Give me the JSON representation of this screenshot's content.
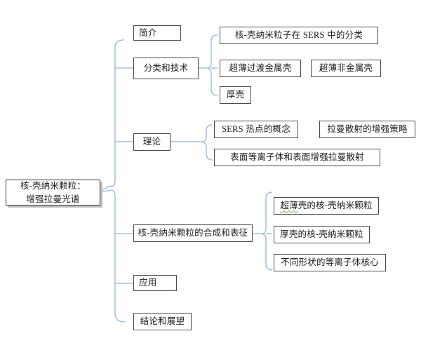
{
  "diagram": {
    "type": "mind-map",
    "orientation": "left-to-right",
    "connector_color": "#93b3dc",
    "node_border_color": "#4a4a4a",
    "node_fill_color": "#ffffff",
    "text_color": "#1a1a1a",
    "shadow_color": "#bfbfbf",
    "spellcheck_underline_color": "#7aa36b"
  },
  "root": {
    "line1": "核-壳纳米颗粒：",
    "line2": "增强拉曼光谱"
  },
  "branches": [
    {
      "id": "intro",
      "label": "简介",
      "children": []
    },
    {
      "id": "classes",
      "label": "分类和技术",
      "children": [
        {
          "id": "cls-1",
          "text_pre": "核-壳纳米粒子在 ",
          "text_serif": "SERS",
          "text_post": " 中的分类"
        },
        {
          "id": "cls-2",
          "text": "超薄过渡金属壳"
        },
        {
          "id": "cls-3",
          "text": "超薄非金属壳"
        },
        {
          "id": "cls-4",
          "text": "厚壳"
        }
      ]
    },
    {
      "id": "theory",
      "label": "理论",
      "children": [
        {
          "id": "thy-1",
          "text_serif": "SERS",
          "text_post": " 热点的概念"
        },
        {
          "id": "thy-2",
          "text": "拉曼散射的增强策略"
        },
        {
          "id": "thy-3",
          "text": "表面等离子体和表面增强拉曼散射"
        }
      ]
    },
    {
      "id": "synthesis",
      "label": "核-壳纳米颗粒的合成和表征",
      "children": [
        {
          "id": "syn-1",
          "text_flagged": "超薄",
          "text_post": "壳的核-壳纳米颗粒"
        },
        {
          "id": "syn-2",
          "text": "厚壳的核-壳纳米颗粒"
        },
        {
          "id": "syn-3",
          "text": "不同形状的等离子体核心"
        }
      ]
    },
    {
      "id": "applications",
      "label": "应用",
      "children": []
    },
    {
      "id": "conclusion",
      "label": "结论和展望",
      "children": []
    }
  ]
}
